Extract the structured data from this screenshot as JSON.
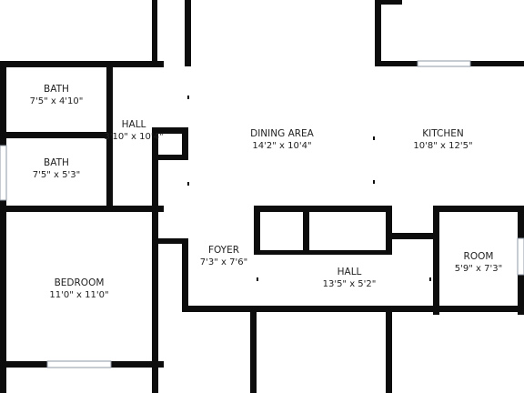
{
  "plan": {
    "colors": {
      "wall": "#0d0d0d",
      "window": "#8e9aa6",
      "floor": "#ffffff",
      "text": "#222222"
    },
    "rooms": [
      {
        "id": "bath-1",
        "name": "BATH",
        "dims": "7'5\" x 4'10\""
      },
      {
        "id": "hall-1",
        "name": "HALL",
        "dims": "3'10\" x 10'4\""
      },
      {
        "id": "bath-2",
        "name": "BATH",
        "dims": "7'5\" x 5'3\""
      },
      {
        "id": "dining",
        "name": "DINING AREA",
        "dims": "14'2\" x 10'4\""
      },
      {
        "id": "kitchen",
        "name": "KITCHEN",
        "dims": "10'8\" x 12'5\""
      },
      {
        "id": "foyer",
        "name": "FOYER",
        "dims": "7'3\" x 7'6\""
      },
      {
        "id": "hall-2",
        "name": "HALL",
        "dims": "13'5\" x 5'2\""
      },
      {
        "id": "room",
        "name": "ROOM",
        "dims": "5'9\" x 7'3\""
      },
      {
        "id": "bedroom",
        "name": "BEDROOM",
        "dims": "11'0\" x 11'0\""
      }
    ]
  }
}
